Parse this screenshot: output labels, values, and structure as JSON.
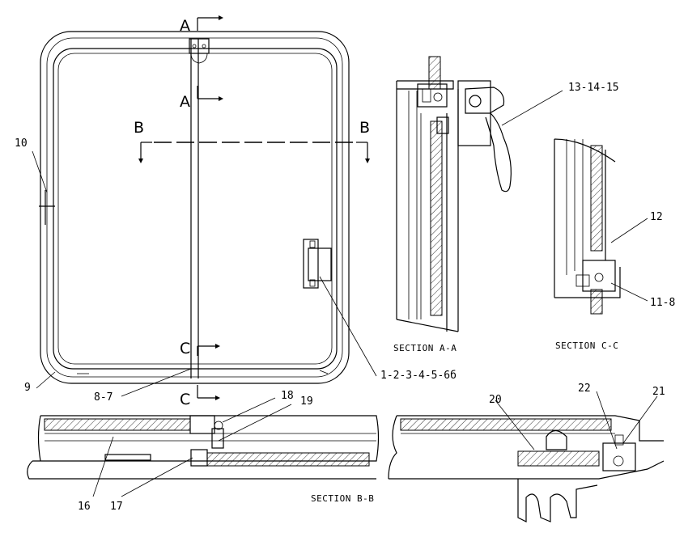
{
  "section_markers": {
    "a_top": "A",
    "a_bottom": "A",
    "b_left": "B",
    "b_right": "B",
    "c_top": "C",
    "c_bottom": "C"
  },
  "callouts": {
    "c10": "10",
    "c9": "9",
    "c8_7": "8-7",
    "c1_6": "1-2-3-4-5-6б",
    "c13_15": "13-14-15",
    "c12": "12",
    "c11_8": "11-8",
    "c18": "18",
    "c19": "19",
    "c20": "20",
    "c22": "22",
    "c21": "21",
    "c16": "16",
    "c17": "17"
  },
  "section_titles": {
    "aa": "SECTION A-A",
    "cc": "SECTION C-C",
    "bb": "SECTION B-B"
  }
}
